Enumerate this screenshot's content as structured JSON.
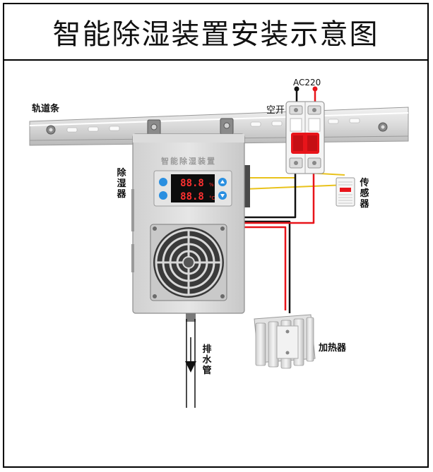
{
  "title": "智能除湿装置安装示意图",
  "labels": {
    "rail": "轨道条",
    "breaker": "空开",
    "power": "AC220",
    "dehumidifier": "除湿器",
    "sensor": "传感器",
    "heater": "加热器",
    "drain": "排水管"
  },
  "device": {
    "panel_title": "智能除湿装置",
    "display_top": "88.8",
    "display_bottom": "88.8",
    "unit_top": "%",
    "unit_bottom": "°C"
  },
  "colors": {
    "wire_red": "#e8141a",
    "wire_black": "#111111",
    "wire_yellow": "#e9c21c",
    "breaker_red": "#e8141a",
    "display_red": "#ff3030",
    "button_blue": "#2a8fe0"
  },
  "icons": {
    "fan": "fan-grille-icon",
    "arrow": "down-arrow-icon"
  }
}
